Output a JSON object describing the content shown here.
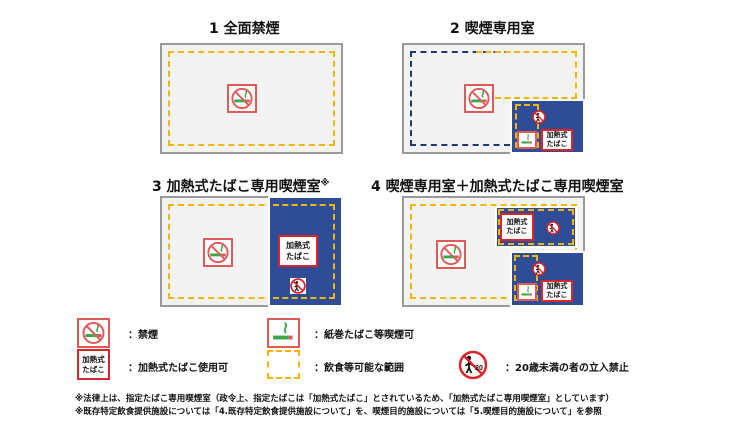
{
  "panels": {
    "p1": {
      "title": "1 全面禁煙"
    },
    "p2": {
      "title": "2 喫煙専用室"
    },
    "p3": {
      "title": "3 加熱式たばこ専用喫煙室",
      "mark": "※"
    },
    "p4": {
      "title": "4 喫煙専用室＋加熱式たばこ専用喫煙室"
    }
  },
  "heated_label": {
    "line1": "加熱式",
    "line2": "たばこ"
  },
  "legend": {
    "no_smoking": "：禁煙",
    "cigarette_ok": "：紙巻たばこ等喫煙可",
    "heated_ok": "：加熱式たばこ使用可",
    "food_area": "：飲食等可能な範囲",
    "under20": "：20歳未満の者の立入禁止",
    "under20_icon_text": "20"
  },
  "notes": {
    "n1": "※法律上は、指定たばこ専用喫煙室（政令上、指定たばこは「加熱式たばこ」とされているため、「加熱式たばこ専用喫煙室」としています）",
    "n2": "※既存特定飲食提供施設については「4.既存特定飲食提供施設について」を、喫煙目的施設については「5.喫煙目的施設について」を参照"
  },
  "colors": {
    "panel_bg": "#f3f3f3",
    "panel_border": "#9a9a9a",
    "dash_yellow": "#f2b705",
    "room_navy": "#2f4d96",
    "sign_red": "#e05a5a",
    "heat_red": "#d9262c"
  }
}
